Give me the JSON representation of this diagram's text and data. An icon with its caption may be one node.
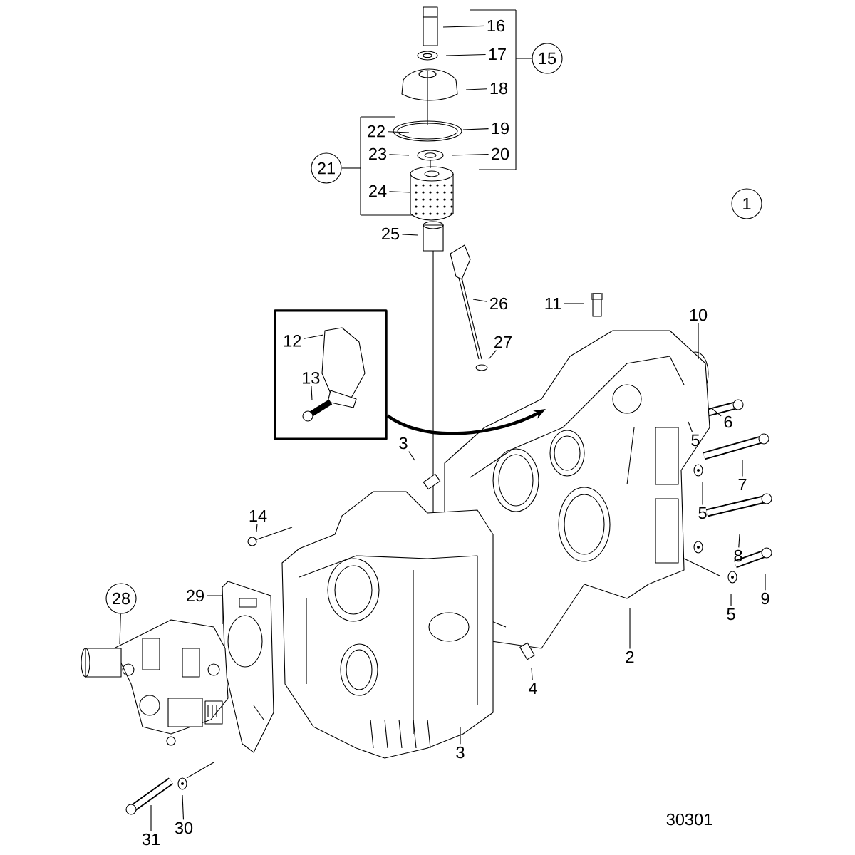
{
  "diagram": {
    "nodes": [
      {
        "text": [
          "1"
        ]
      },
      {
        "text": [
          "15"
        ]
      },
      {
        "text": [
          "16"
        ]
      },
      {
        "text": [
          "17"
        ]
      },
      {
        "text": [
          "18"
        ]
      },
      {
        "text": [
          "19"
        ]
      },
      {
        "text": [
          "20"
        ]
      },
      {
        "text": [
          "21"
        ]
      },
      {
        "text": [
          "22"
        ]
      },
      {
        "text": [
          "23"
        ]
      },
      {
        "text": [
          "24"
        ]
      },
      {
        "text": [
          "25"
        ]
      },
      {
        "text": [
          "26"
        ]
      },
      {
        "text": [
          "11"
        ]
      },
      {
        "text": [
          "27"
        ]
      },
      {
        "text": [],
        "shape": "box"
      },
      {
        "text": [
          "12"
        ],
        "in": 15
      },
      {
        "text": [
          "13"
        ],
        "in": 15
      },
      {
        "text": [
          "10"
        ]
      },
      {
        "text": [
          "6"
        ]
      },
      {
        "text": [
          "5"
        ]
      },
      {
        "text": [
          "7"
        ]
      },
      {
        "text": [
          "5"
        ]
      },
      {
        "text": [
          "8"
        ]
      },
      {
        "text": [
          "9"
        ]
      },
      {
        "text": [
          "5"
        ]
      },
      {
        "text": [
          "2"
        ]
      },
      {
        "text": [
          "3"
        ]
      },
      {
        "text": [
          "14"
        ]
      },
      {
        "text": [
          "29"
        ]
      },
      {
        "text": [
          "28"
        ]
      },
      {
        "text": [
          "4"
        ]
      },
      {
        "text": [
          "3"
        ]
      },
      {
        "text": [
          "31"
        ]
      },
      {
        "text": [
          "30"
        ]
      }
    ],
    "edges": [
      {
        "from": 2,
        "to": null,
        "arrow": "none"
      },
      {
        "from": 3,
        "to": null,
        "arrow": "none"
      },
      {
        "from": 4,
        "to": null,
        "arrow": "none"
      },
      {
        "from": 5,
        "to": null,
        "arrow": "none"
      },
      {
        "from": 6,
        "to": null,
        "arrow": "none"
      },
      {
        "from": 8,
        "to": null,
        "arrow": "none"
      },
      {
        "from": 9,
        "to": null,
        "arrow": "none"
      },
      {
        "from": 10,
        "to": null,
        "arrow": "none"
      },
      {
        "from": 11,
        "to": null,
        "arrow": "none"
      },
      {
        "from": 12,
        "to": null,
        "arrow": "none"
      },
      {
        "from": 13,
        "to": null,
        "arrow": "none"
      },
      {
        "from": 14,
        "to": null,
        "arrow": "none"
      },
      {
        "from": 15,
        "to": null,
        "arrow": "to",
        "style": "thick"
      },
      {
        "from": 16,
        "to": null,
        "arrow": "none"
      },
      {
        "from": 17,
        "to": null,
        "arrow": "none"
      },
      {
        "from": 18,
        "to": null,
        "arrow": "none"
      },
      {
        "from": 19,
        "to": null,
        "arrow": "none"
      },
      {
        "from": 20,
        "to": null,
        "arrow": "none"
      },
      {
        "from": 21,
        "to": null,
        "arrow": "none"
      },
      {
        "from": 22,
        "to": null,
        "arrow": "none"
      },
      {
        "from": 23,
        "to": null,
        "arrow": "none"
      },
      {
        "from": 24,
        "to": null,
        "arrow": "none"
      },
      {
        "from": 25,
        "to": null,
        "arrow": "none"
      },
      {
        "from": 26,
        "to": null,
        "arrow": "none"
      },
      {
        "from": 27,
        "to": null,
        "arrow": "none"
      },
      {
        "from": 28,
        "to": null,
        "arrow": "none"
      },
      {
        "from": 29,
        "to": null,
        "arrow": "none"
      },
      {
        "from": 30,
        "to": null,
        "arrow": "none"
      },
      {
        "from": 31,
        "to": null,
        "arrow": "none"
      },
      {
        "from": 32,
        "to": null,
        "arrow": "none"
      },
      {
        "from": 33,
        "to": null,
        "arrow": "none"
      },
      {
        "from": 34,
        "to": null,
        "arrow": "none"
      }
    ],
    "labels": [
      "30301"
    ]
  }
}
